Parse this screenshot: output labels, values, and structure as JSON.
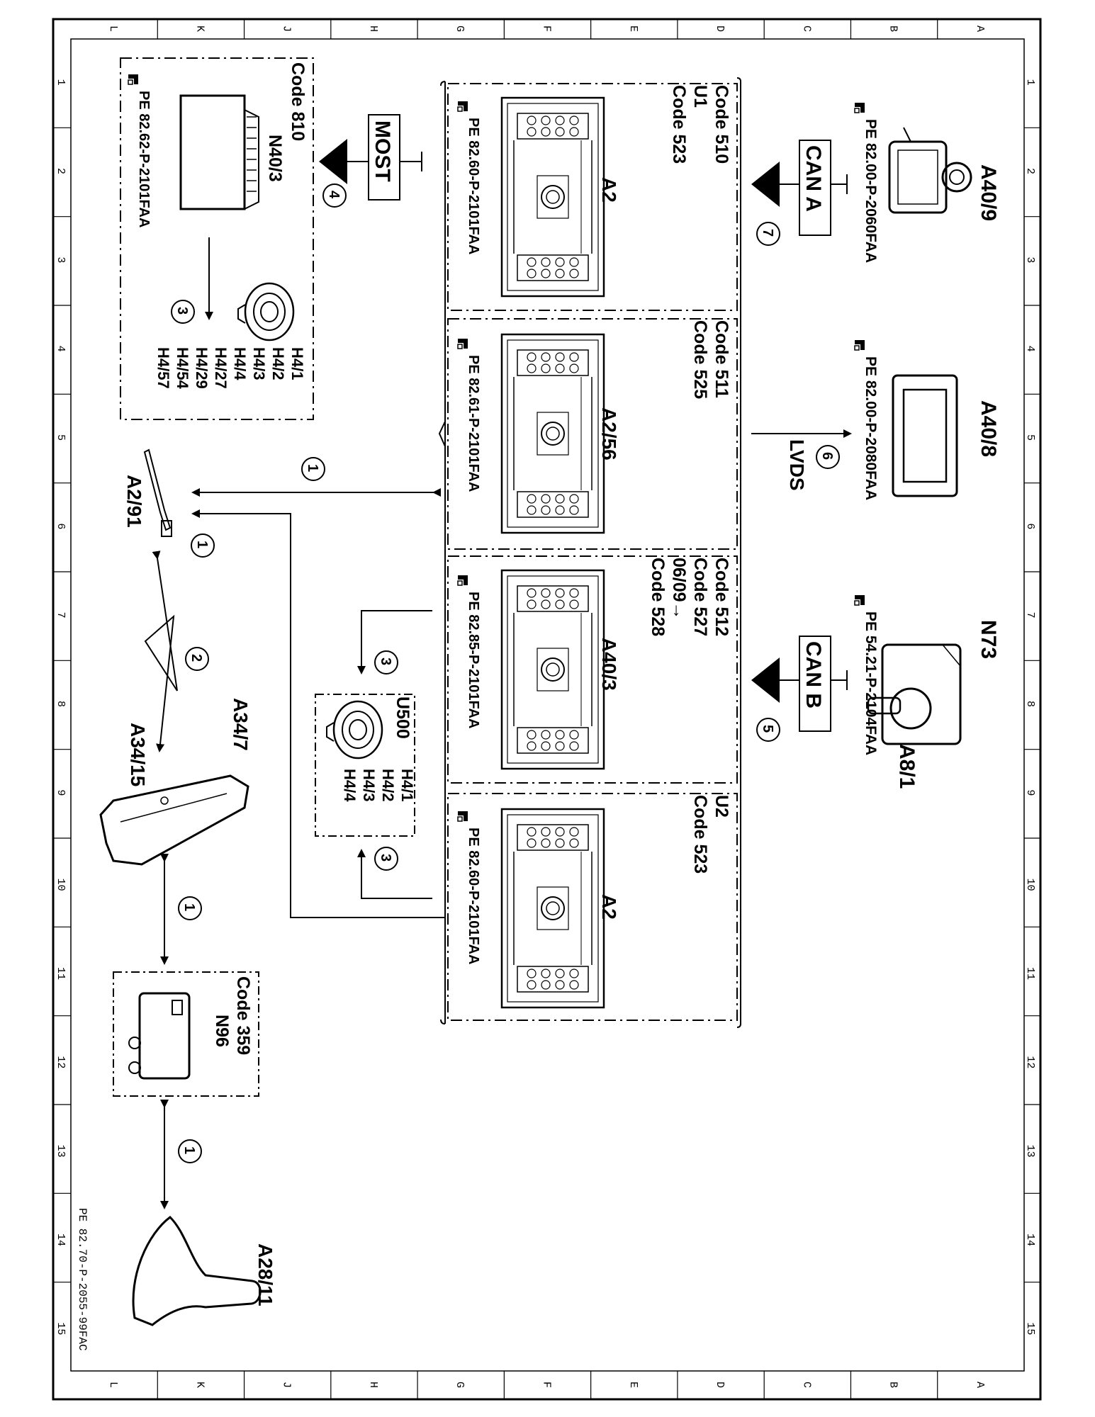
{
  "frame": {
    "column_letters": [
      "L",
      "K",
      "J",
      "H",
      "G",
      "F",
      "E",
      "D",
      "C",
      "B",
      "A"
    ],
    "row_numbers": [
      "1",
      "2",
      "3",
      "4",
      "5",
      "6",
      "7",
      "8",
      "9",
      "10",
      "11",
      "12",
      "13",
      "14",
      "15"
    ],
    "document_ref": "PE 82.70-P-2055-99FAC"
  },
  "components": {
    "a40_9": {
      "label": "A40/9",
      "ref": "PE 82.00-P-2060FAA"
    },
    "a40_8": {
      "label": "A40/8",
      "ref": "PE 82.00-P-2080FAA"
    },
    "n73": {
      "label": "N73",
      "sub": "A8/1",
      "ref": "PE 54.21-P-2104FAA"
    },
    "unit_u1": {
      "codes": [
        "Code 510",
        "U1",
        "Code 523"
      ],
      "label": "A2",
      "ref": "PE 82.60-P-2101FAA"
    },
    "unit_a2_56": {
      "codes": [
        "Code 511",
        "Code 525"
      ],
      "label": "A2/56",
      "ref": "PE 82.61-P-2101FAA"
    },
    "unit_a40_3": {
      "codes": [
        "Code 512",
        "Code 527",
        "06/09→",
        "Code 528"
      ],
      "label": "A40/3",
      "ref": "PE 82.85-P-2101FAA"
    },
    "unit_u2": {
      "codes": [
        "U2",
        "Code 523"
      ],
      "label": "A2",
      "ref": "PE 82.60-P-2101FAA"
    },
    "n40_3": {
      "code": "Code 810",
      "label": "N40/3",
      "ref": "PE 82.62-P-2101FAA",
      "speakers": [
        "H4/1",
        "H4/2",
        "H4/3",
        "H4/4",
        "H4/27",
        "H4/29",
        "H4/54",
        "H4/57"
      ]
    },
    "u500": {
      "code": "U500",
      "speakers": [
        "H4/1",
        "H4/2",
        "H4/3",
        "H4/4"
      ]
    },
    "a2_91": {
      "label": "A2/91"
    },
    "a34_7": {
      "label": "A34/7"
    },
    "a34_15": {
      "label": "A34/15"
    },
    "n96": {
      "code": "Code 359",
      "label": "N96"
    },
    "a28_11": {
      "label": "A28/11"
    }
  },
  "buses": {
    "can_a": "CAN A",
    "can_b": "CAN B",
    "most": "MOST",
    "lvds": "LVDS"
  },
  "callouts": {
    "c1": "1",
    "c2": "2",
    "c3": "3",
    "c4": "4",
    "c5": "5",
    "c6": "6",
    "c7": "7"
  },
  "icons": [
    "hand-pointer-icon"
  ]
}
